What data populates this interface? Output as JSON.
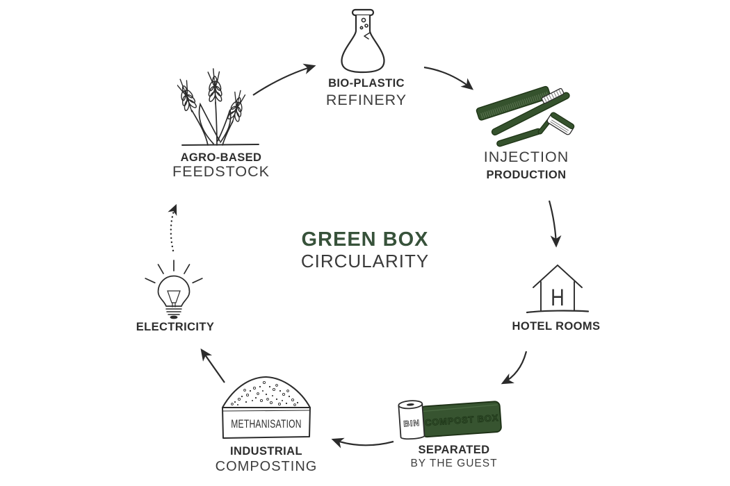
{
  "title": {
    "line1": "GREEN BOX",
    "line2": "CIRCULARITY"
  },
  "colors": {
    "accent_green": "#375238",
    "object_green": "#35522d",
    "ink": "#2b2b2b"
  },
  "nodes": {
    "refinery": {
      "line1": "BIO-PLASTIC",
      "line2": "REFINERY",
      "icon": "flask-icon"
    },
    "feedstock": {
      "line1": "AGRO-BASED",
      "line2": "FEEDSTOCK",
      "icon": "wheat-icon"
    },
    "injection": {
      "line1": "INJECTION",
      "line2": "PRODUCTION",
      "icon": "grooming-products-icon"
    },
    "hotel": {
      "line1": "HOTEL ROOMS",
      "icon": "house-icon"
    },
    "separated": {
      "line1": "SEPARATED",
      "line2": "BY THE GUEST",
      "icon": "compost-box-icon"
    },
    "composting": {
      "line1": "INDUSTRIAL",
      "line2": "COMPOSTING",
      "icon": "methanisation-icon"
    },
    "electricity": {
      "line1": "ELECTRICITY",
      "icon": "lightbulb-icon"
    }
  },
  "icon_labels": {
    "house_letter": "H",
    "bin": "BIN",
    "compost_box": "COMPOST BOX",
    "methanisation": "METHANISATION"
  }
}
